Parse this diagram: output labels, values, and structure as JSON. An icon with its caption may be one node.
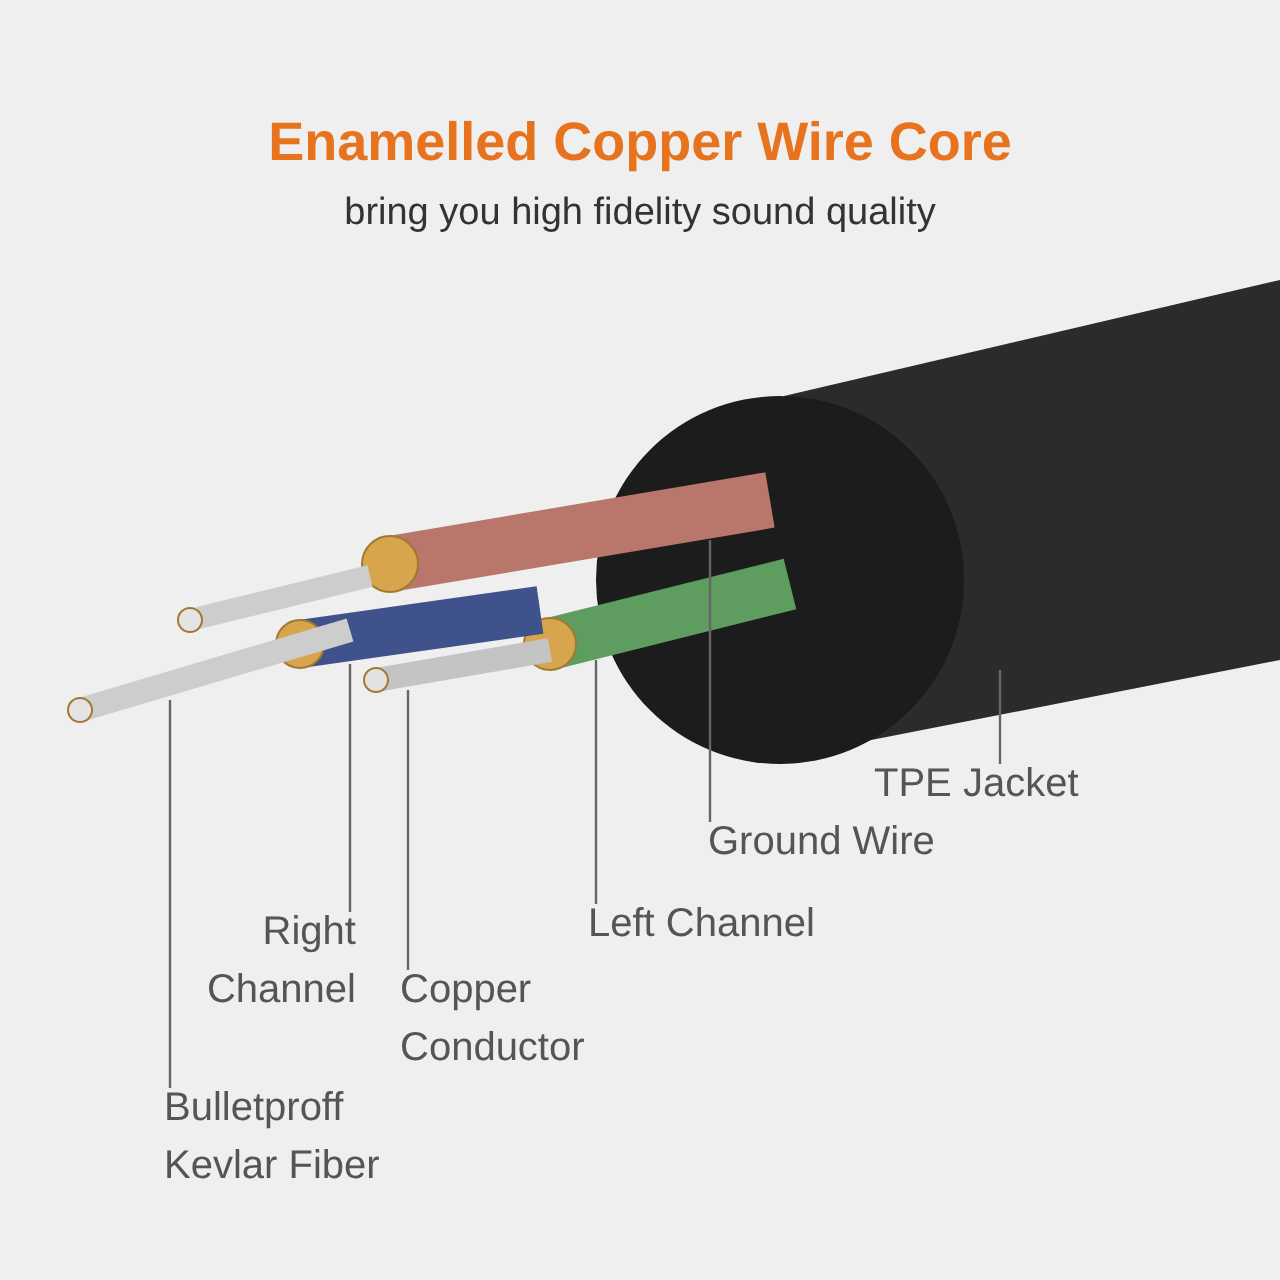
{
  "diagram": {
    "title": "Enamelled Copper Wire Core",
    "nodes": [
      {
        "text": [],
        "shape": "picture"
      },
      {
        "text": [],
        "shape": "picture"
      },
      {
        "text": [],
        "shape": "picture"
      },
      {
        "text": [],
        "shape": "picture"
      },
      {
        "text": [],
        "shape": "picture"
      },
      {
        "text": [],
        "shape": "picture"
      },
      {
        "text": [
          "TPE Jacket"
        ]
      },
      {
        "text": [
          "Ground Wire"
        ]
      },
      {
        "text": [
          "Left Channel"
        ]
      },
      {
        "text": [
          "Right Channel"
        ]
      },
      {
        "text": [
          "Copper Conductor"
        ]
      },
      {
        "text": [
          "Bulletproff Kevlar Fiber"
        ]
      }
    ],
    "edges": [
      {
        "from": 6,
        "to": 0,
        "arrow": "none"
      },
      {
        "from": 7,
        "to": 1,
        "arrow": "none"
      },
      {
        "from": 8,
        "to": 2,
        "arrow": "none"
      },
      {
        "from": 9,
        "to": 4,
        "arrow": "none"
      },
      {
        "from": 10,
        "to": 3,
        "arrow": "none"
      },
      {
        "from": 11,
        "to": 5,
        "arrow": "none"
      }
    ],
    "labels": [
      "bring you high fidelity sound quality"
    ]
  }
}
